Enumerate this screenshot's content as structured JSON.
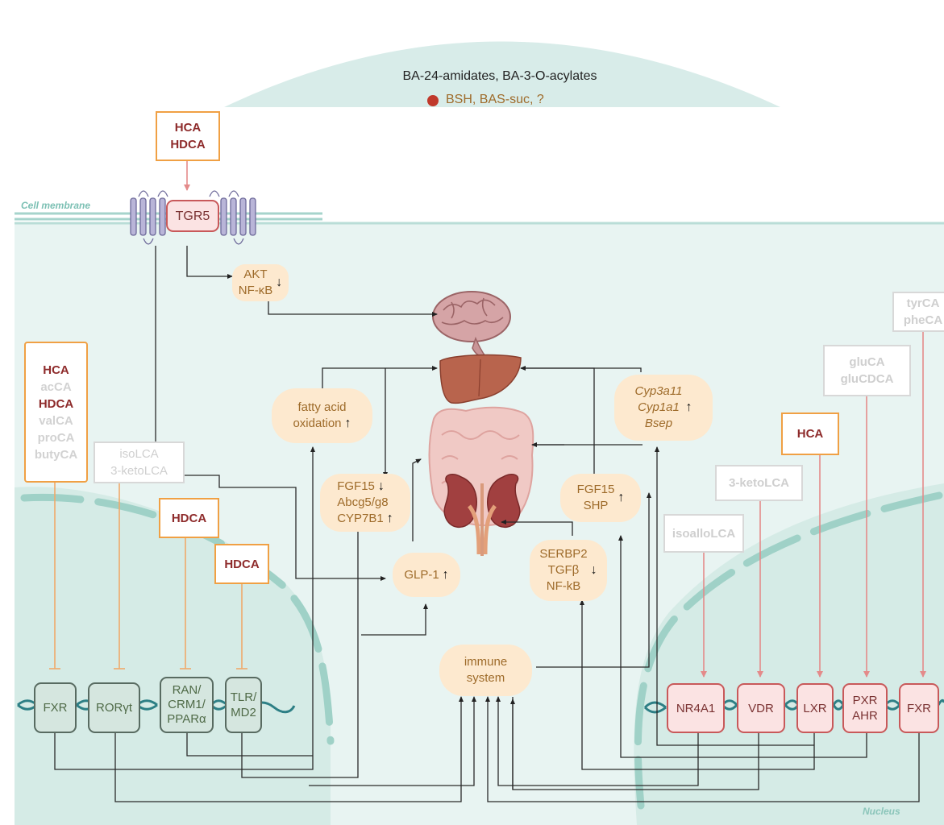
{
  "header": {
    "line1": "BA-24-amidates, BA-3-O-acylates",
    "line2": "BSH, BAS-suc, ?",
    "dot_color": "#c0392b"
  },
  "labels": {
    "cell_membrane": "Cell membrane",
    "nucleus": "Nucleus"
  },
  "membrane_box": {
    "line1": "HCA",
    "line2": "HDCA"
  },
  "tgr5": "TGR5",
  "akt": {
    "line1": "AKT",
    "line2": "NF-κB",
    "arrow": "↓"
  },
  "left_list": {
    "items": [
      "HCA",
      "acCA",
      "HDCA",
      "valCA",
      "proCA",
      "butyCA"
    ]
  },
  "iso_box": {
    "line1": "isoLCA",
    "line2": "3-ketoLCA"
  },
  "hdca_box1": "HDCA",
  "hdca_box2": "HDCA",
  "right_boxes": {
    "tyr": {
      "line1": "tyrCA",
      "line2": "pheCA"
    },
    "glu": {
      "line1": "gluCA",
      "line2": "gluCDCA"
    },
    "hca": "HCA",
    "keto": "3-ketoLCA",
    "isoallo": "isoalloLCA"
  },
  "effects": {
    "fatty": {
      "line1": "fatty acid",
      "line2": "oxidation",
      "arrow": "↑"
    },
    "fgf_left": {
      "line1": "FGF15",
      "line2": "Abcg5/g8",
      "line3": "CYP7B1",
      "arrow_down": "↓",
      "arrow_up": "↑"
    },
    "glp": {
      "label": "GLP-1",
      "arrow": "↑"
    },
    "fgf_right": {
      "line1": "FGF15",
      "line2": "SHP",
      "arrow": "↑"
    },
    "serbp": {
      "line1": "SERBP2",
      "line2": "TGFβ",
      "line3": "NF-kB",
      "arrow": "↓"
    },
    "cyp": {
      "line1": "Cyp3a11",
      "line2": "Cyp1a1",
      "line3": "Bsep",
      "arrow": "↑"
    },
    "immune": {
      "line1": "immune",
      "line2": "system"
    }
  },
  "receptors_left": [
    "FXR",
    "RORγt",
    "RAN/\nCRM1/\nPPARα",
    "TLR/\nMD2"
  ],
  "receptors_right": [
    "NR4A1",
    "VDR",
    "LXR",
    "PXR\nAHR",
    "FXR"
  ],
  "colors": {
    "orange_border": "#f0a044",
    "dark_red_text": "#8e2b2b",
    "effect_fill": "#fde9cf",
    "cell_fill": "#e7f4f1",
    "green_receptor_border": "#586b61",
    "red_receptor_border": "#c8595a"
  },
  "icons": [
    "brain-icon",
    "liver-icon",
    "intestine-icon",
    "kidney-icon"
  ]
}
